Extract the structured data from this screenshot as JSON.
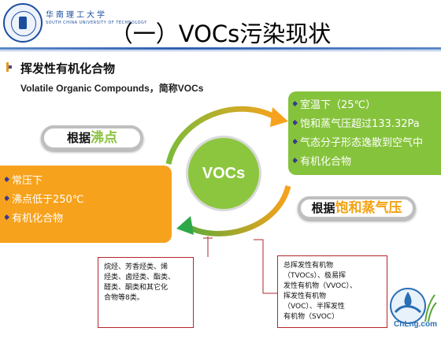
{
  "header": {
    "university_name": "华南理工大学",
    "university_name_en": "SOUTH CHINA UNIVERSITY OF TECHNOLOGY",
    "title": "（一）VOCs污染现状"
  },
  "intro": {
    "heading": "挥发性有机化合物",
    "subheading": "Volatile Organic Compounds，简称VOCs"
  },
  "center": {
    "label": "VOCs"
  },
  "boiling": {
    "pill_prefix": "根据",
    "pill_highlight": "沸点",
    "items": [
      "常压下",
      "沸点低于250℃",
      "有机化合物"
    ]
  },
  "vapor": {
    "pill_prefix": "根据",
    "pill_highlight": "饱和蒸气压",
    "items": [
      "室温下（25℃）",
      "饱和蒸气压超过133.32Pa",
      "气态分子形态逸散到空气中",
      "有机化合物"
    ]
  },
  "notes": {
    "left": [
      "烷烃、芳香烃类、烯",
      "烃类、卤烃类、酯类、",
      "醛类、酮类和其它化",
      "合物等8类。"
    ],
    "right": [
      "总挥发性有机物",
      "（TVOCs）、极易挥",
      "发性有机物（VVOC）、",
      "挥发性有机物",
      "（VOC）、半挥发性",
      "有机物（SVOC）"
    ]
  },
  "brand": {
    "text": "CnLng.com"
  },
  "colors": {
    "orange": "#f7a21c",
    "green": "#86c33c",
    "accent_red": "#b3262d",
    "title_rule": "#2e5fae"
  }
}
